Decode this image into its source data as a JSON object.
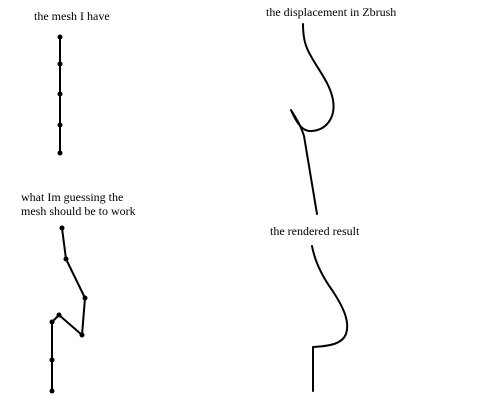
{
  "labels": {
    "mesh_have": "the mesh I have",
    "displacement": "the displacement in Zbrush",
    "guess_line1": "what Im guessing the",
    "guess_line2": "mesh should be to work",
    "rendered": "the rendered result"
  },
  "colors": {
    "ink": "#000000",
    "background": "#ffffff"
  }
}
